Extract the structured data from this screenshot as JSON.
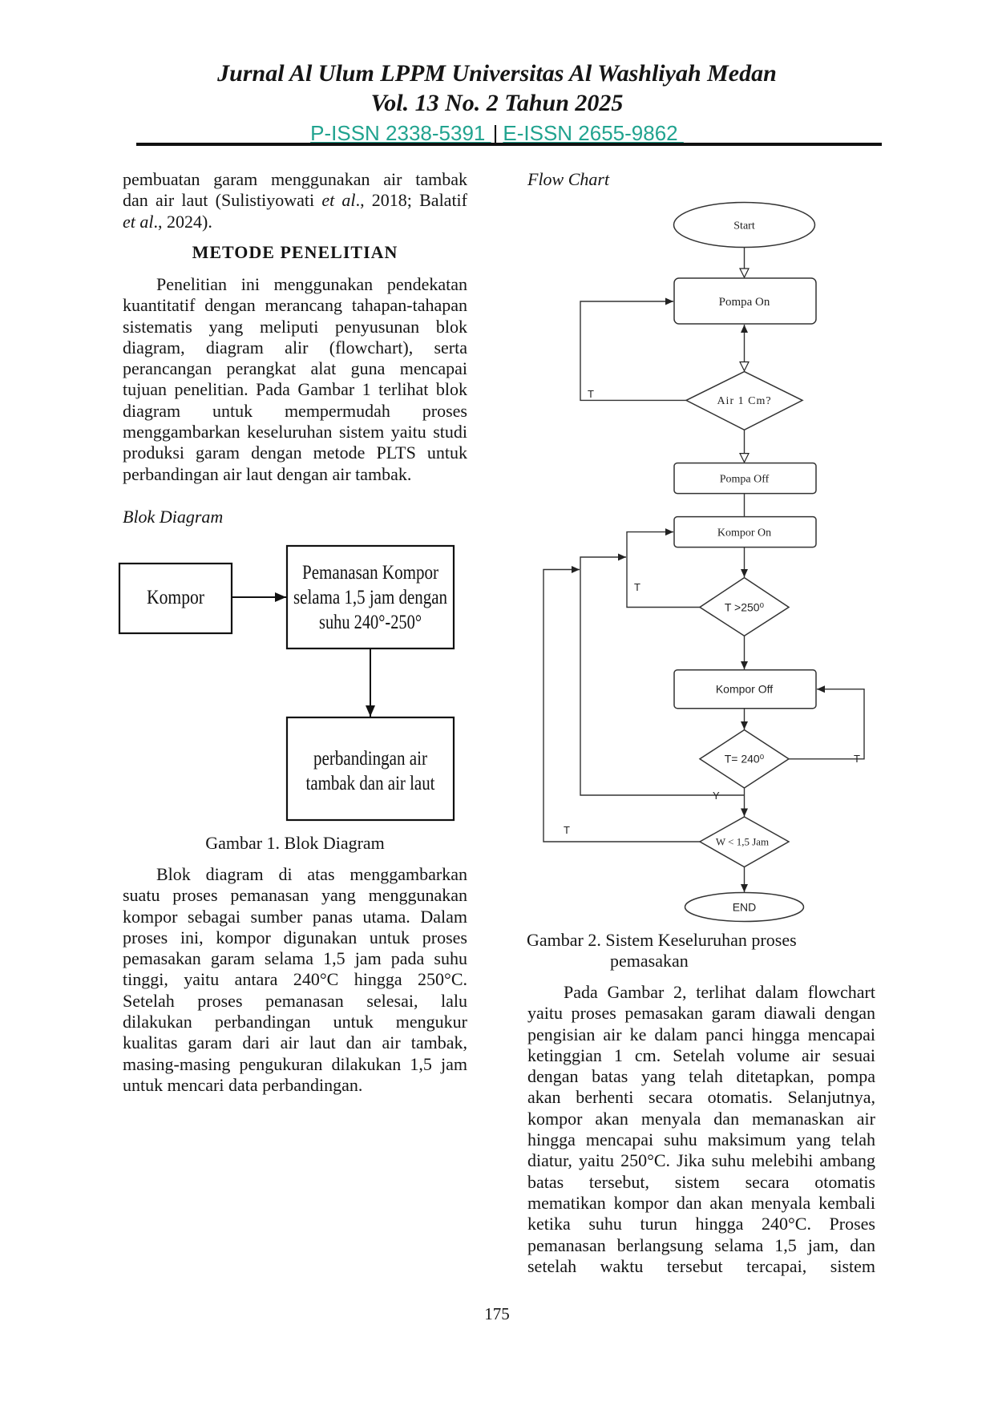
{
  "header": {
    "journal_title": "Jurnal Al Ulum LPPM Universitas Al Washliyah Medan",
    "volume": "Vol. 13 No. 2 Tahun 2025",
    "pissn": "P-ISSN 2338-5391 ",
    "separator": "|",
    "eissn": "E-ISSN 2655-9862 ",
    "link_color": "#21a38f"
  },
  "left_column": {
    "intro": {
      "lines": [
        "pembuatan garam menggunakan air tambak",
        [
          "dan air laut (Sulistiyowati ",
          {
            "italic": "et al"
          },
          "., 2018; Balatif"
        ],
        [
          {
            "italic": "et al"
          },
          "., 2024)."
        ]
      ]
    },
    "section_heading": "METODE PENELITIAN",
    "method_paragraph": {
      "lines": [
        "Penelitian ini menggunakan pendekatan",
        "kuantitatif dengan merancang tahapan-tahapan",
        "sistematis yang meliputi penyusunan blok",
        "diagram, diagram alir (flowchart), serta",
        "perancangan perangkat alat guna mencapai",
        "tujuan penelitian. Pada Gambar 1 terlihat blok",
        "diagram untuk mempermudah proses",
        "menggambarkan keseluruhan sistem yaitu studi",
        "produksi garam dengan metode PLTS untuk",
        "perbandingan air laut dengan air tambak."
      ]
    },
    "block_diagram_label": "Blok Diagram",
    "block_diagram": {
      "box_kompor": "Kompor",
      "box_heating": [
        "Pemanasan Kompor",
        "selama 1,5 jam dengan",
        "suhu 240°-250°"
      ],
      "box_comparison": [
        "perbandingan air",
        "tambak dan air laut"
      ]
    },
    "figure1_caption": "Gambar 1. Blok Diagram",
    "explanation_paragraph": {
      "lines": [
        "Blok diagram di atas menggambarkan",
        "suatu proses pemanasan yang menggunakan",
        "kompor sebagai sumber panas utama. Dalam",
        "proses ini, kompor digunakan untuk proses",
        "pemasakan garam selama 1,5 jam pada suhu",
        "tinggi, yaitu antara 240°C hingga 250°C.",
        "Setelah proses pemanasan selesai, lalu",
        "dilakukan perbandingan untuk mengukur",
        "kualitas garam dari air laut dan air tambak,",
        "masing-masing pengukuran dilakukan 1,5 jam",
        "untuk mencari data perbandingan."
      ]
    }
  },
  "right_column": {
    "flowchart_label": "Flow Chart",
    "flowchart": {
      "start": "Start",
      "pump_on": "Pompa On",
      "water_check": "Air 1 Cm?",
      "pump_off": "Pompa Off",
      "stove_on": "Kompor On",
      "temp_max_check": "T >250⁰",
      "stove_off": "Kompor Off",
      "temp_min_check": "T= 240⁰",
      "time_check": "W < 1,5 Jam",
      "end": "END",
      "branch_labels": {
        "water_false": "T",
        "temp_max_false": "T",
        "temp_min_false": "T",
        "temp_min_true": "Y",
        "time_false": "T"
      }
    },
    "figure2_caption": [
      "Gambar 2. Sistem Keseluruhan proses",
      "pemasakan"
    ],
    "description_paragraph": {
      "lines": [
        "Pada Gambar 2, terlihat dalam flowchart",
        "yaitu proses pemasakan garam diawali dengan",
        "pengisian air ke dalam panci hingga mencapai",
        "ketinggian 1 cm. Setelah volume air sesuai",
        "dengan batas yang telah ditetapkan, pompa",
        "akan berhenti secara otomatis. Selanjutnya,",
        "kompor akan menyala dan memanaskan air",
        "hingga mencapai suhu maksimum yang telah",
        "diatur, yaitu 250°C. Jika suhu melebihi ambang",
        "batas tersebut, sistem secara otomatis",
        "mematikan kompor dan akan menyala kembali",
        "ketika suhu turun hingga 240°C. Proses",
        "pemanasan berlangsung selama 1,5 jam, dan",
        "setelah waktu tersebut tercapai, sistem"
      ]
    }
  },
  "page_number": "175"
}
